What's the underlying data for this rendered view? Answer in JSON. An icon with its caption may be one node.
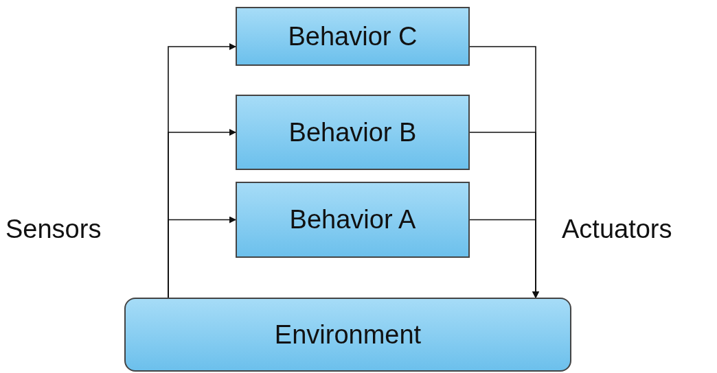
{
  "diagram": {
    "nodes": [
      {
        "text": [
          "Behavior C"
        ]
      },
      {
        "text": [
          "Behavior B"
        ]
      },
      {
        "text": [
          "Behavior A"
        ]
      },
      {
        "text": [
          "Environment"
        ]
      }
    ],
    "edges": [
      {
        "from": 3,
        "to": 0,
        "arrow": "to"
      },
      {
        "from": 3,
        "to": 1,
        "arrow": "to"
      },
      {
        "from": 3,
        "to": 2,
        "arrow": "to"
      },
      {
        "from": 0,
        "to": 3,
        "arrow": "to"
      },
      {
        "from": 1,
        "to": 3,
        "arrow": "to"
      },
      {
        "from": 2,
        "to": 3,
        "arrow": "to"
      }
    ],
    "labels": [
      "Sensors",
      "Actuators"
    ]
  }
}
